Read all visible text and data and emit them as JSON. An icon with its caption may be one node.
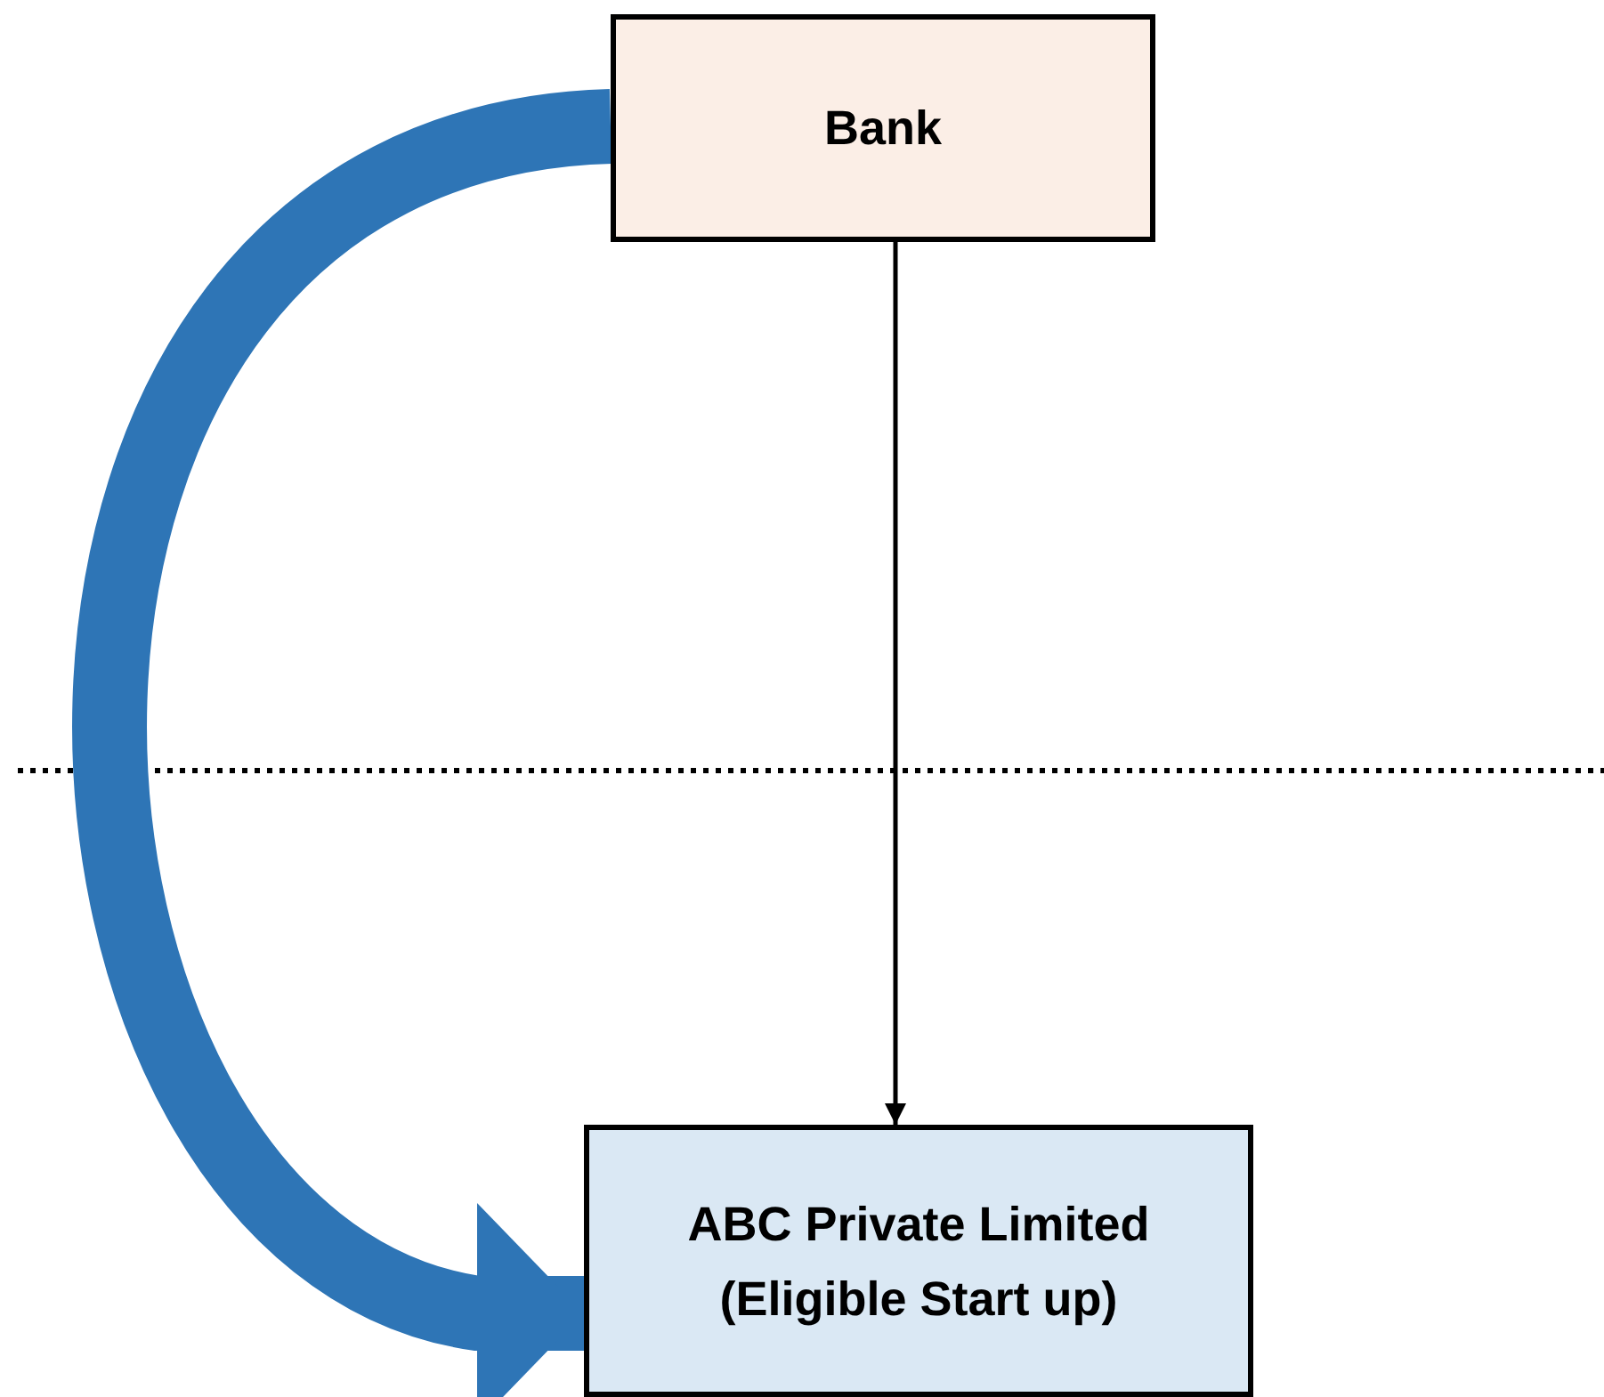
{
  "diagram": {
    "nodes": [
      {
        "text": [
          "Bank"
        ]
      },
      {
        "text": [
          "ABC Private Limited (Eligible Start up)"
        ]
      }
    ],
    "edges": [
      {
        "from": 0,
        "to": 1,
        "arrow": "to"
      },
      {
        "from": 0,
        "to": 1,
        "arrow": "to",
        "style": "thick",
        "color": "#2e75b6"
      }
    ]
  }
}
